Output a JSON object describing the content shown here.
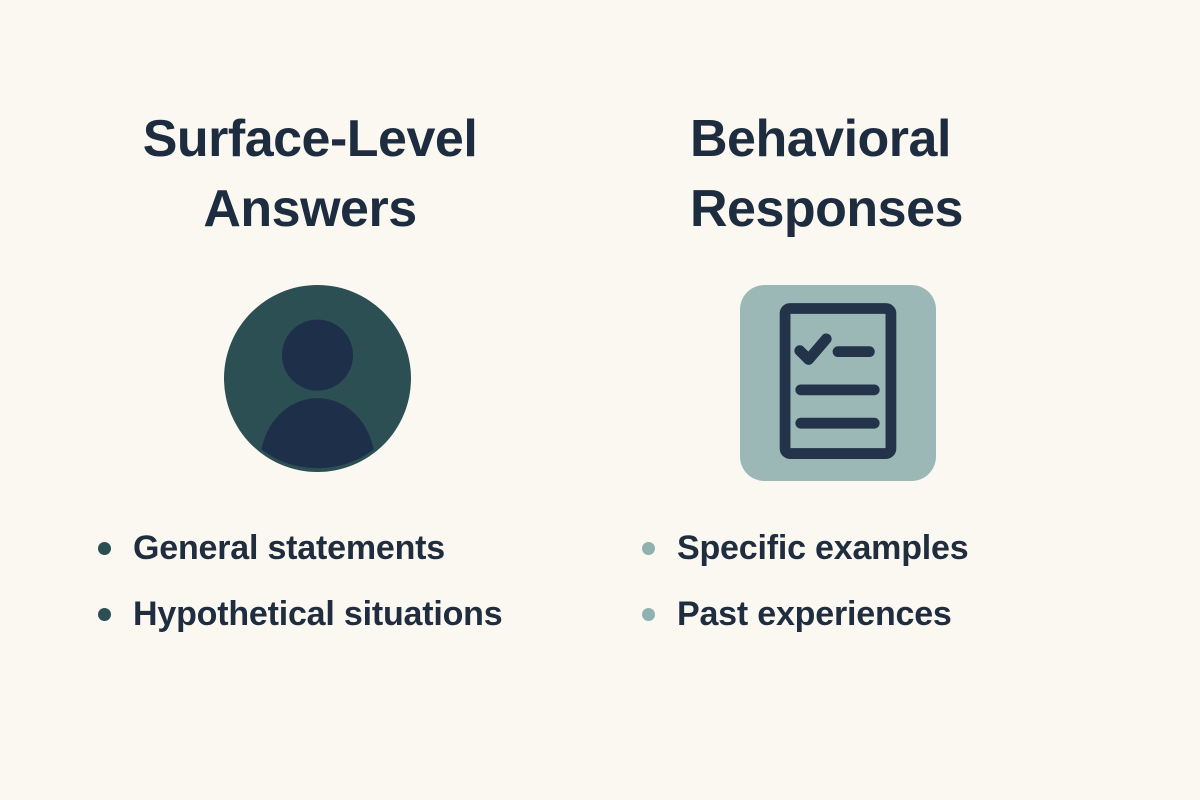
{
  "canvas": {
    "background_color": "#faf8f1",
    "text_color": "#1d2c3f"
  },
  "columns": [
    {
      "id": "surface-level",
      "heading": "Surface-Level\nAnswers",
      "icon": {
        "name": "person-avatar-icon",
        "circle_color": "#2c4f53",
        "figure_color": "#1e3049"
      },
      "bullet_color": "#2c4f53",
      "bullets": [
        {
          "label": "General statements"
        },
        {
          "label": "Hypothetical situations"
        }
      ]
    },
    {
      "id": "behavioral",
      "heading": "Behavioral\nResponses",
      "icon": {
        "name": "checklist-document-icon",
        "tile_color": "#9bb8b7",
        "stroke_color": "#23344a"
      },
      "bullet_color": "#8fb1b0",
      "bullets": [
        {
          "label": "Specific examples"
        },
        {
          "label": "Past experiences"
        }
      ]
    }
  ]
}
